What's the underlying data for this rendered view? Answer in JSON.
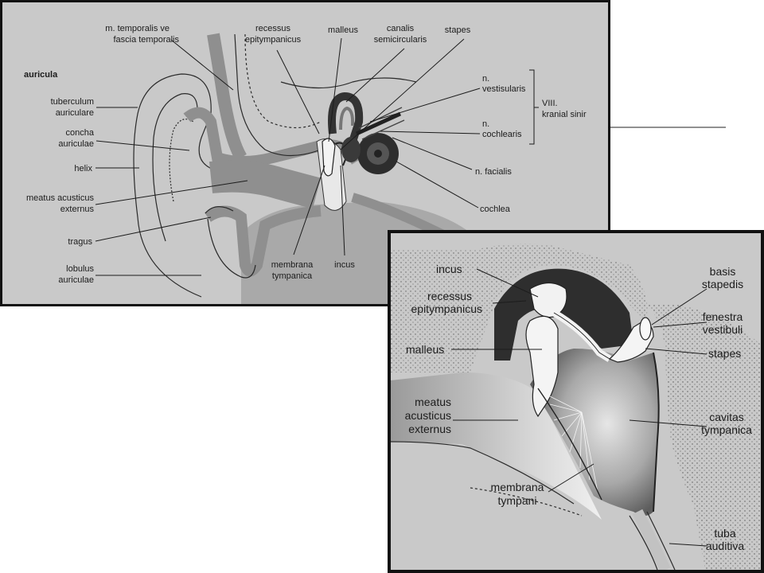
{
  "outer_ear_diagram": {
    "labels": {
      "auricula": "auricula",
      "temporalis_1": "m. temporalis ve",
      "temporalis_2": "fascia temporalis",
      "recessus_1": "recessus",
      "recessus_2": "epitympanicus",
      "malleus": "malleus",
      "canalis_1": "canalis",
      "canalis_2": "semicircularis",
      "stapes": "stapes",
      "vestibularis_1": "n.",
      "vestibularis_2": "vestisularis",
      "cochlearis_1": "n.",
      "cochlearis_2": "cochlearis",
      "cranial_1": "VIII.",
      "cranial_2": "kranial sinir",
      "facialis": "n. facialis",
      "cochlea": "cochlea",
      "tuberculum_1": "tuberculum",
      "tuberculum_2": "auriculare",
      "concha_1": "concha",
      "concha_2": "auriculae",
      "helix": "helix",
      "meatus_1": "meatus acusticus",
      "meatus_2": "externus",
      "tragus": "tragus",
      "lobulus_1": "lobulus",
      "lobulus_2": "auriculae",
      "membrana_1": "membrana",
      "membrana_2": "tympanica",
      "incus": "incus"
    }
  },
  "middle_ear_diagram": {
    "labels": {
      "incus": "incus",
      "recessus_1": "recessus",
      "recessus_2": "epitympanicus",
      "malleus": "malleus",
      "meatus_1": "meatus",
      "meatus_2": "acusticus",
      "meatus_3": "externus",
      "membrana_1": "membrana",
      "membrana_2": "tympani",
      "basis_1": "basis",
      "basis_2": "stapedis",
      "fenestra_1": "fenestra",
      "fenestra_2": "vestibuli",
      "stapes": "stapes",
      "cavitas_1": "cavitas",
      "cavitas_2": "tympanica",
      "tuba_1": "tuba",
      "tuba_2": "auditiva"
    }
  }
}
